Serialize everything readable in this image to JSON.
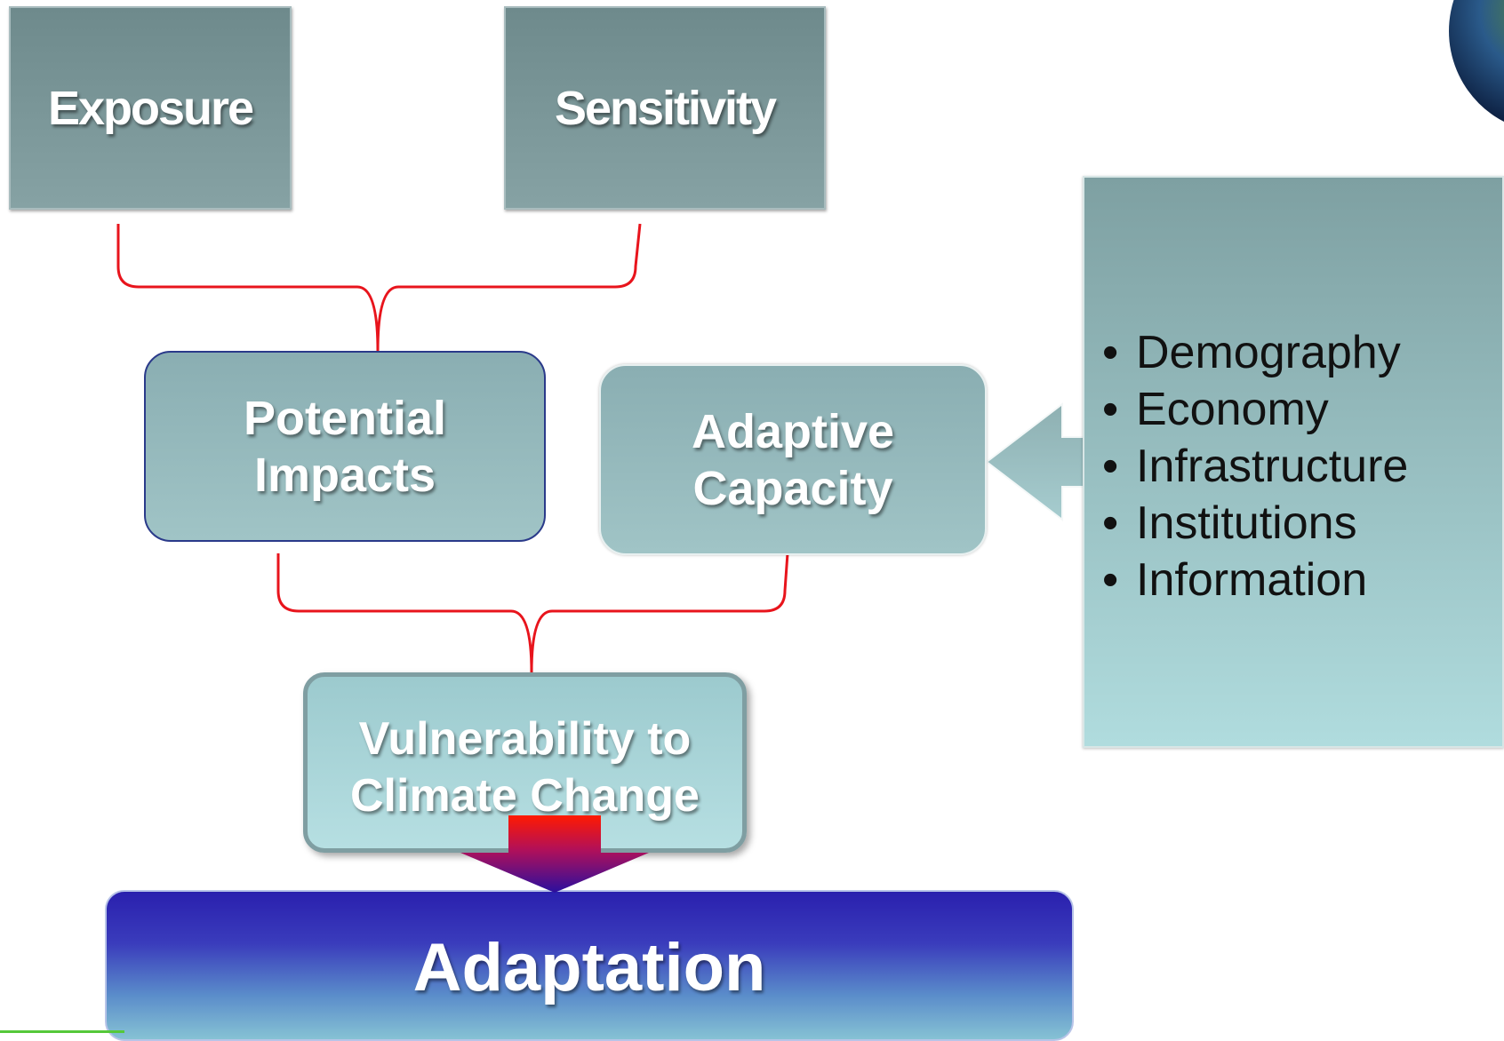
{
  "diagram": {
    "exposure": "Exposure",
    "sensitivity": "Sensitivity",
    "potential_impacts": [
      "Potential",
      "Impacts"
    ],
    "adaptive_capacity": [
      "Adaptive",
      "Capacity"
    ],
    "vulnerability": [
      "Vulnerability to",
      "Climate Change"
    ],
    "adaptation": "Adaptation",
    "capacity_factors": [
      "Demography",
      "Economy",
      "Infrastructure",
      "Institutions",
      "Information"
    ]
  },
  "colors": {
    "connector": "#e8141c",
    "arrow_top": "#ff1a00",
    "arrow_bottom": "#2a0f9e"
  }
}
